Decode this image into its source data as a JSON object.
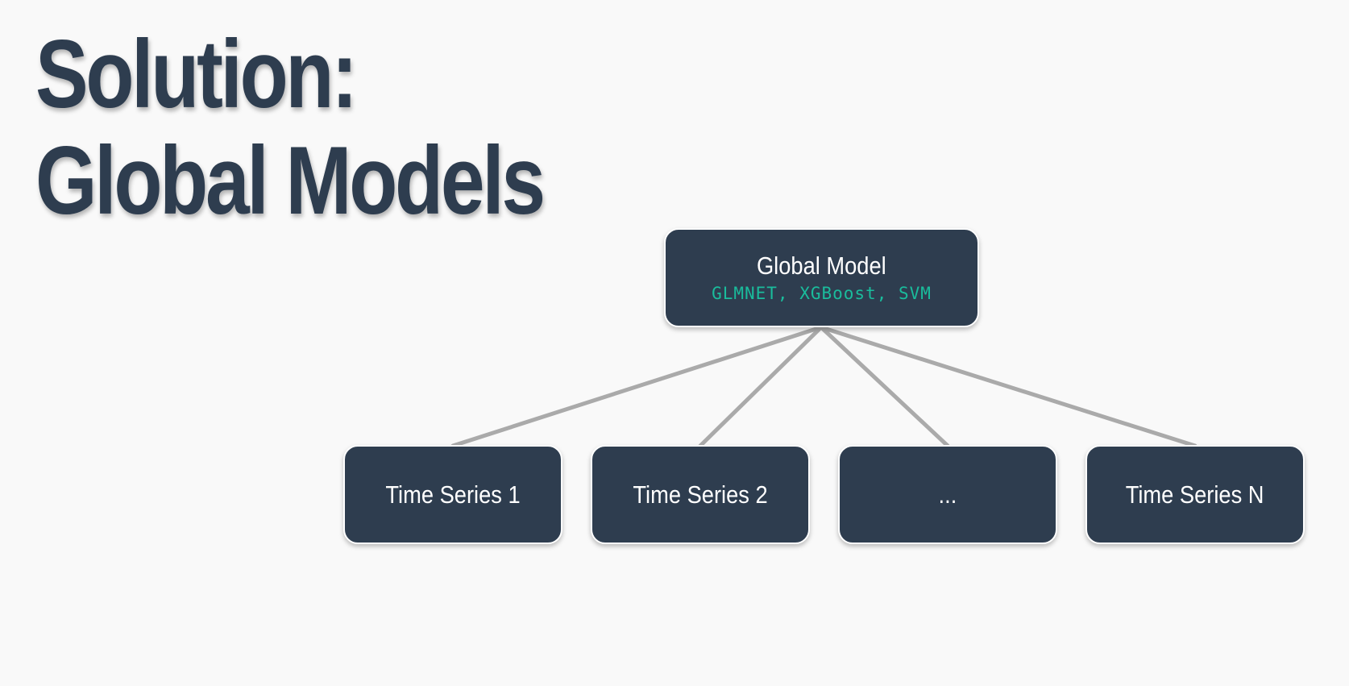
{
  "slide": {
    "title_line1": "Solution:",
    "title_line2": "Global Models"
  },
  "diagram": {
    "root": {
      "label": "Global Model",
      "sublabel": "GLMNET, XGBoost, SVM"
    },
    "children": [
      {
        "label": "Time Series 1"
      },
      {
        "label": "Time Series 2"
      },
      {
        "label": "..."
      },
      {
        "label": "Time Series N"
      }
    ]
  },
  "colors": {
    "background": "#f9f9f9",
    "node_fill": "#2e3d4f",
    "node_border": "#ffffff",
    "sublabel": "#1abc9c",
    "edge": "#aaaaaa",
    "title": "#2e3d4f"
  }
}
